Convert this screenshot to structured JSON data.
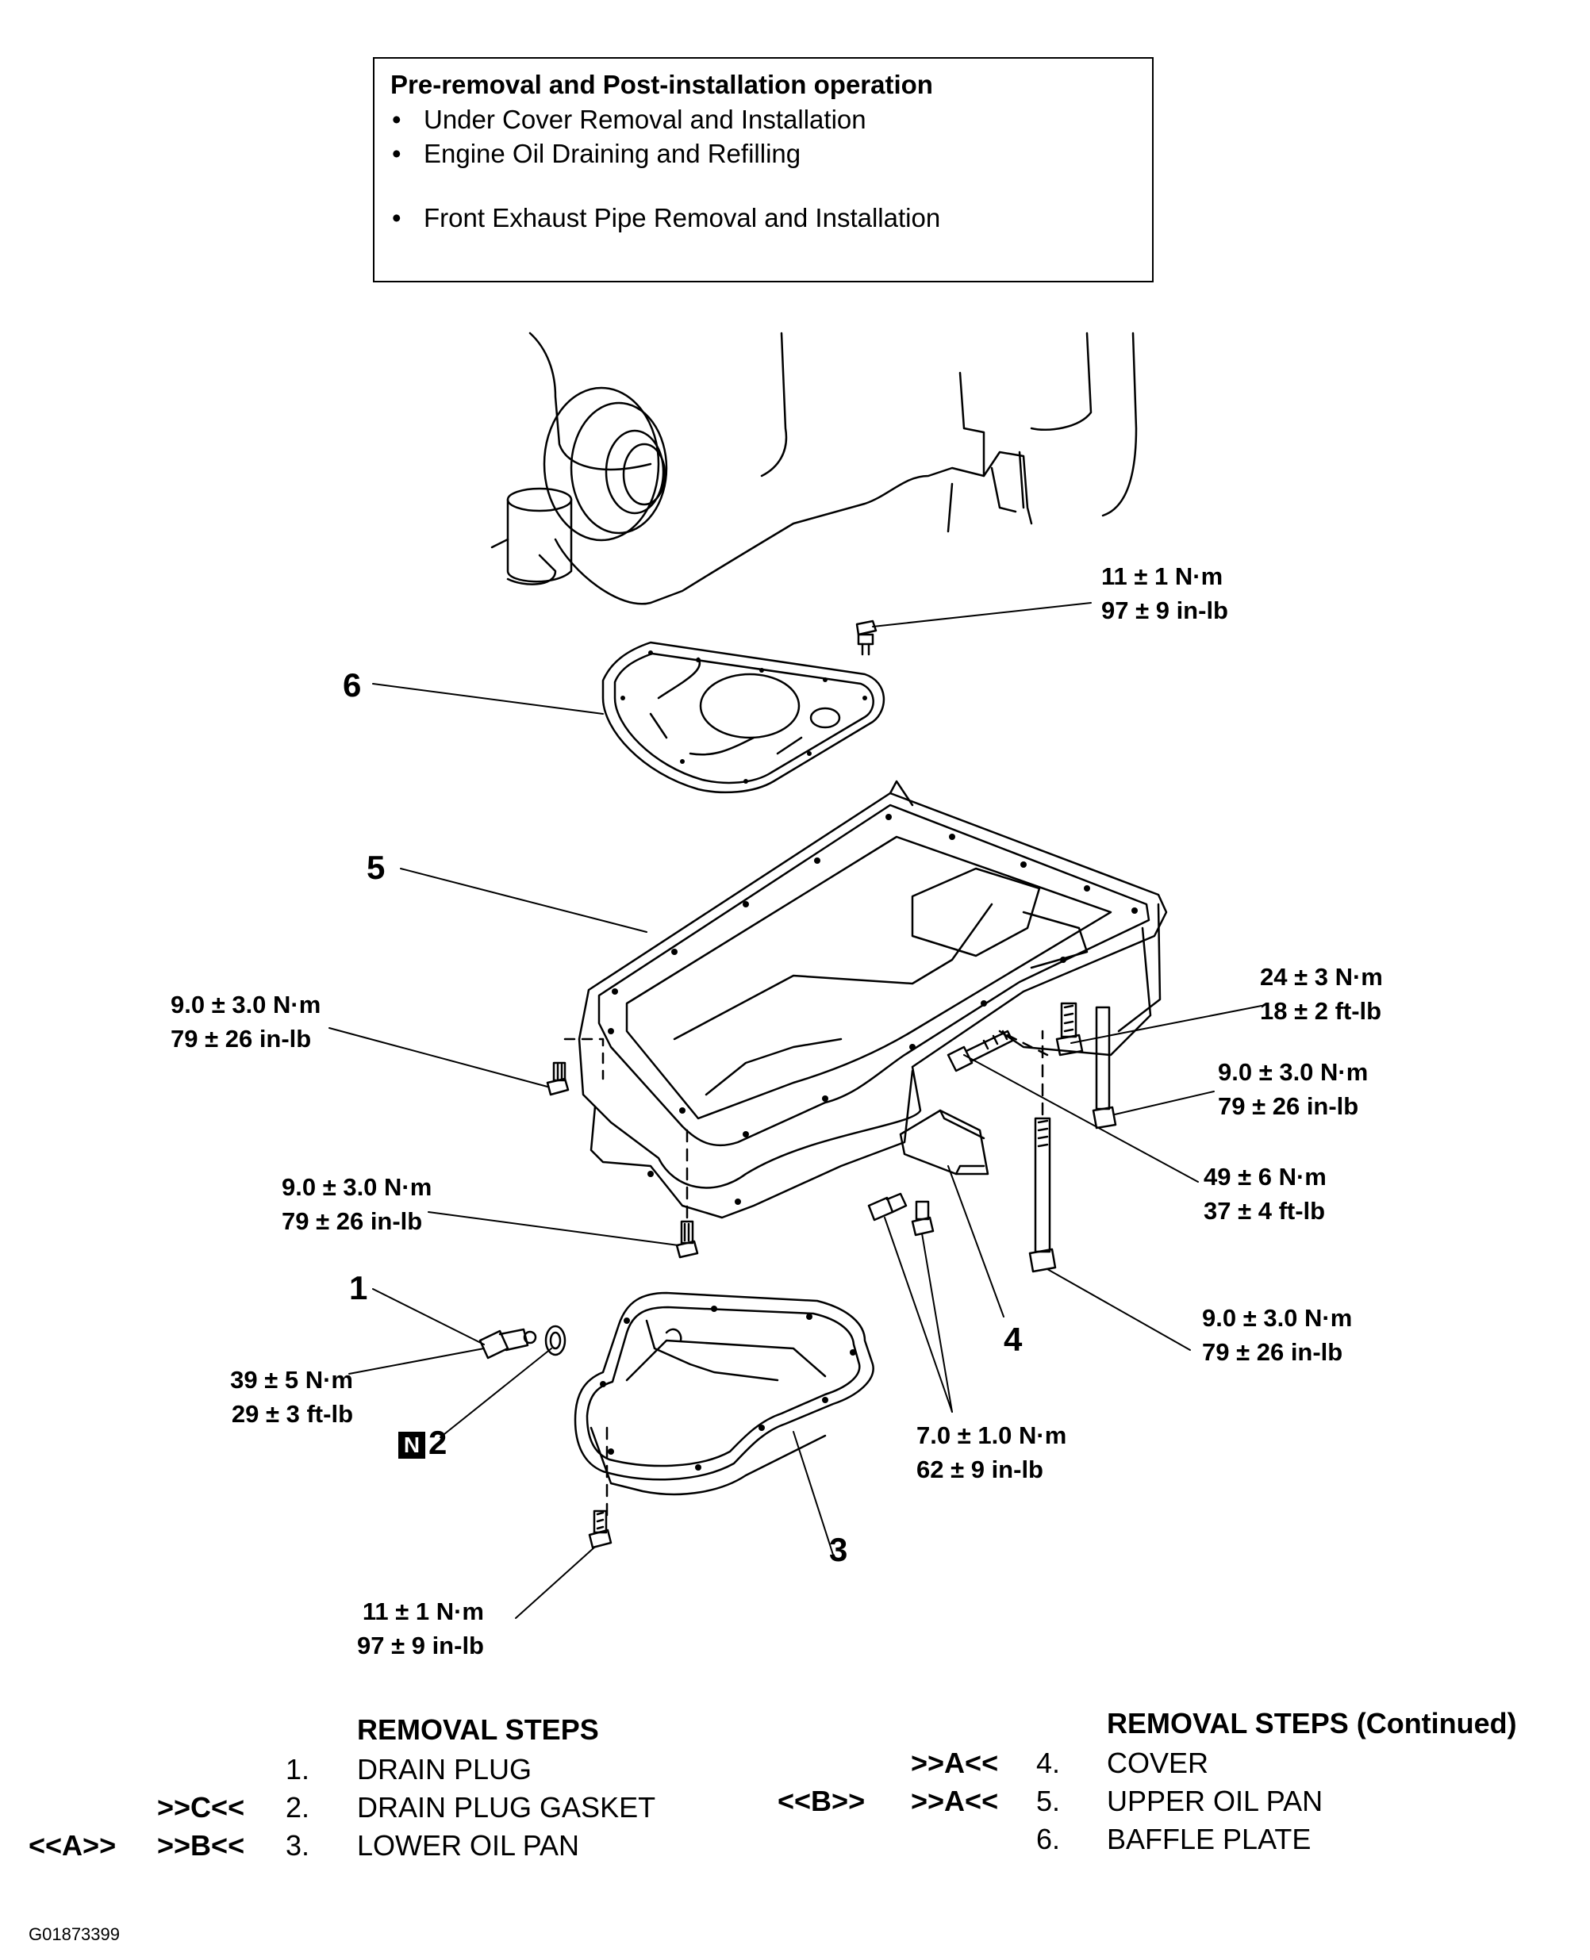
{
  "preop": {
    "title": "Pre-removal and Post-installation operation",
    "items": [
      "Under Cover Removal and Installation",
      "Engine Oil Draining and Refilling",
      "Front Exhaust Pipe Removal and Installation"
    ]
  },
  "torques": {
    "baffle_bolt": [
      "11 ± 1 N·m",
      "97 ± 9 in-lb"
    ],
    "upper_pan_left_bolt": [
      "9.0 ± 3.0 N·m",
      "79 ± 26 in-lb"
    ],
    "upper_pan_bottom_bolt": [
      "9.0 ± 3.0 N·m",
      "79 ± 26 in-lb"
    ],
    "right_stud_bolt": [
      "24 ± 3 N·m",
      "18 ± 2 ft-lb"
    ],
    "right_long_bolt": [
      "9.0 ± 3.0 N·m",
      "79 ± 26 in-lb"
    ],
    "right_mid_bolt": [
      "49 ± 6 N·m",
      "37 ± 4 ft-lb"
    ],
    "right_low_bolt": [
      "9.0 ± 3.0 N·m",
      "79 ± 26 in-lb"
    ],
    "drain_plug": [
      "39 ± 5 N·m",
      "29 ± 3 ft-lb"
    ],
    "cover_bolts": [
      "7.0 ± 1.0 N·m",
      "62 ± 9 in-lb"
    ],
    "lower_pan_bolt": [
      "11 ± 1 N·m",
      "97 ± 9 in-lb"
    ]
  },
  "callouts": {
    "c1": "1",
    "c2": "2",
    "c3": "3",
    "c4": "4",
    "c5": "5",
    "c6": "6",
    "new_part_badge": "N"
  },
  "removal_steps": {
    "title": "REMOVAL STEPS",
    "items": [
      {
        "mark_left": "",
        "mark_mid": "",
        "num": "1.",
        "label": "DRAIN PLUG"
      },
      {
        "mark_left": "",
        "mark_mid": ">>C<<",
        "num": "2.",
        "label": "DRAIN PLUG GASKET"
      },
      {
        "mark_left": "<<A>>",
        "mark_mid": ">>B<<",
        "num": "3.",
        "label": "LOWER OIL PAN"
      }
    ]
  },
  "removal_steps_cont": {
    "title": "REMOVAL STEPS (Continued)",
    "items": [
      {
        "mark_left": "",
        "mark_mid": ">>A<<",
        "num": "4.",
        "label": "COVER"
      },
      {
        "mark_left": "<<B>>",
        "mark_mid": ">>A<<",
        "num": "5.",
        "label": "UPPER OIL PAN"
      },
      {
        "mark_left": "",
        "mark_mid": "",
        "num": "6.",
        "label": "BAFFLE PLATE"
      }
    ]
  },
  "figure_id": "G01873399"
}
